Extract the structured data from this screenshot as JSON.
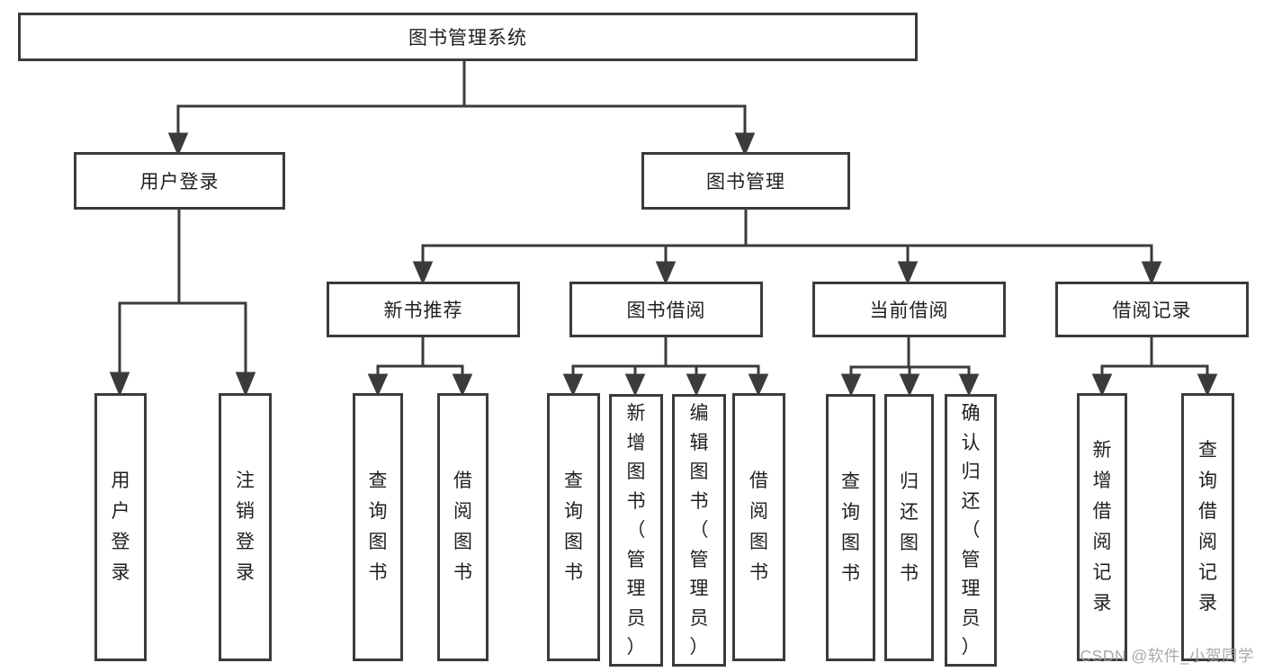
{
  "diagram": {
    "title_node": "图书管理系统",
    "watermark": "CSDN @软件_小贺同学",
    "colors": {
      "line": "#3b3b3b",
      "box_border": "#3b3b3b",
      "box_background": "#ffffff",
      "text": "#1f1f1f",
      "watermark": "#a0a0a0"
    },
    "tree": {
      "root": {
        "label": "图书管理系统"
      },
      "branches": [
        {
          "label": "用户登录",
          "children": [
            {
              "label": "用户登录"
            },
            {
              "label": "注销登录"
            }
          ]
        },
        {
          "label": "图书管理",
          "children": [
            {
              "label": "新书推荐",
              "children": [
                {
                  "label": "查询图书"
                },
                {
                  "label": "借阅图书"
                }
              ]
            },
            {
              "label": "图书借阅",
              "children": [
                {
                  "label": "查询图书"
                },
                {
                  "label": "新增图书（管理员）"
                },
                {
                  "label": "编辑图书（管理员）"
                },
                {
                  "label": "借阅图书"
                }
              ]
            },
            {
              "label": "当前借阅",
              "children": [
                {
                  "label": "查询图书"
                },
                {
                  "label": "归还图书"
                },
                {
                  "label": "确认归还（管理员）"
                }
              ]
            },
            {
              "label": "借阅记录",
              "children": [
                {
                  "label": "新增借阅记录"
                },
                {
                  "label": "查询借阅记录"
                }
              ]
            }
          ]
        }
      ]
    }
  }
}
